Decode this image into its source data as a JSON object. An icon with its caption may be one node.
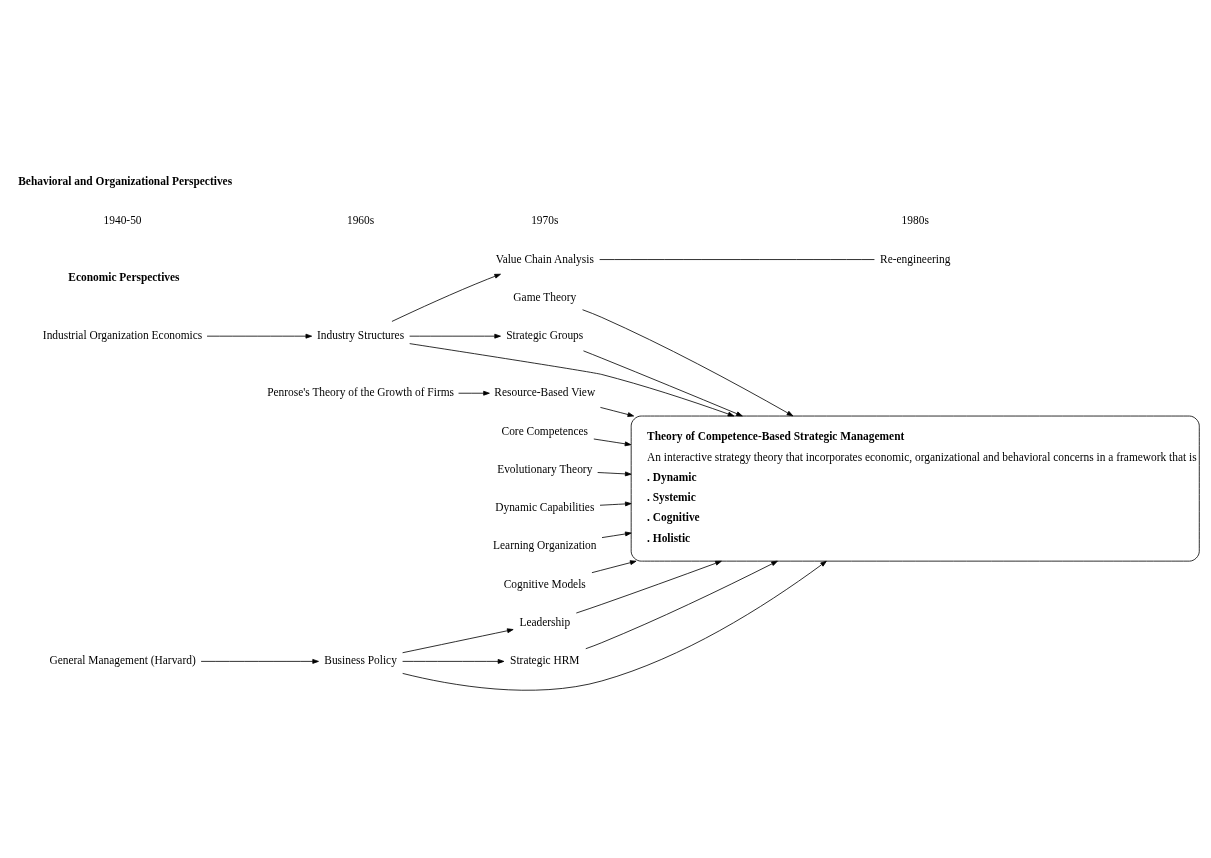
{
  "diagram": {
    "nodes": [
      {
        "text": [
          "Game Theory"
        ]
      },
      {
        "text": [
          "Industrial Organization Economics"
        ]
      },
      {
        "text": [
          "Industry Structures"
        ]
      },
      {
        "text": [
          "Strategic Groups"
        ]
      },
      {
        "text": [
          "Value Chain Analysis"
        ]
      },
      {
        "text": [
          "Re-engineering"
        ]
      },
      {
        "text": [
          "Penrose's Theory of the Growth of Firms"
        ]
      },
      {
        "text": [
          "Resource-Based View"
        ]
      },
      {
        "text": [
          "Core Competences"
        ]
      },
      {
        "text": [
          "Evolutionary Theory"
        ]
      },
      {
        "text": [
          "Dynamic Capabilities"
        ]
      },
      {
        "text": [
          "Learning Organization"
        ]
      },
      {
        "text": [
          "Cognitive Models"
        ]
      },
      {
        "text": [
          "Leadership"
        ]
      },
      {
        "text": [
          "Strategic HRM"
        ]
      },
      {
        "text": [
          "General Management (Harvard)"
        ]
      },
      {
        "text": [
          "Business Policy"
        ]
      },
      {
        "text": [
          "Theory of Competence-Based Strategic Management",
          "An interactive strategy theory that incorporates economic, organizational and behavioral concerns in a framework that is",
          ". Dynamic",
          ". Systemic",
          ". Cognitive",
          ". Holistic"
        ]
      }
    ],
    "edges": [
      {
        "from": 0,
        "to": 17,
        "arrow": "to"
      },
      {
        "from": 1,
        "to": 2,
        "arrow": "to"
      },
      {
        "from": 2,
        "to": 17,
        "arrow": "to"
      },
      {
        "from": 2,
        "to": 3,
        "arrow": "to"
      },
      {
        "from": 3,
        "to": 17,
        "arrow": "to"
      },
      {
        "from": 2,
        "to": 4,
        "arrow": "to"
      },
      {
        "from": 4,
        "to": 5,
        "arrow": "none"
      },
      {
        "from": 6,
        "to": 7,
        "arrow": "to"
      },
      {
        "from": 7,
        "to": 17,
        "arrow": "to"
      },
      {
        "from": 8,
        "to": 17,
        "arrow": "to"
      },
      {
        "from": 9,
        "to": 17,
        "arrow": "to"
      },
      {
        "from": 10,
        "to": 17,
        "arrow": "to"
      },
      {
        "from": 11,
        "to": 17,
        "arrow": "to"
      },
      {
        "from": 12,
        "to": 17,
        "arrow": "to"
      },
      {
        "from": 16,
        "to": 13,
        "arrow": "to"
      },
      {
        "from": 13,
        "to": 17,
        "arrow": "to"
      },
      {
        "from": 16,
        "to": 14,
        "arrow": "to"
      },
      {
        "from": 14,
        "to": 17,
        "arrow": "to"
      },
      {
        "from": 15,
        "to": 16,
        "arrow": "to"
      },
      {
        "from": 16,
        "to": 17,
        "arrow": "to"
      }
    ],
    "labels": [
      "Economic Perspectives",
      "1940-50",
      "1960s",
      "1970s",
      "1980s",
      "Behavioral and Organizational Perspectives"
    ]
  }
}
